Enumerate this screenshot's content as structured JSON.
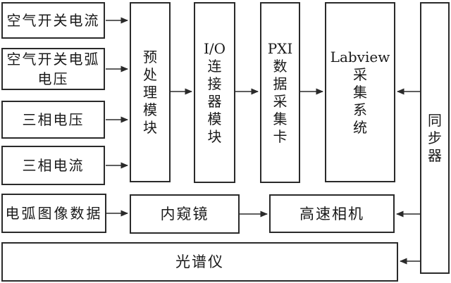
{
  "colors": {
    "border": "#2a2a2a",
    "text": "#1a1a1a",
    "background": "#ffffff",
    "arrow": "#2a2a2a"
  },
  "nodes": {
    "air_switch_current": {
      "label": "空气开关电流"
    },
    "air_switch_arc_voltage": {
      "label": "空气开关电弧\n电压"
    },
    "three_phase_voltage": {
      "label": "三相电压"
    },
    "three_phase_current": {
      "label": "三相电流"
    },
    "arc_image_data": {
      "label": "电弧图像数据"
    },
    "spectrometer": {
      "label": "光谱仪"
    },
    "preprocess_module": {
      "label": "预\n处\n理\n模\n块"
    },
    "io_connector_module": {
      "label": "I/O\n连\n接\n器\n模\n块"
    },
    "pxi_daq_card": {
      "label": "PXI\n数\n据\n采\n集\n卡"
    },
    "labview_system": {
      "label": "Labview\n采\n集\n系\n统"
    },
    "synchronizer": {
      "label": "同\n步\n器"
    },
    "endoscope": {
      "label": "内窥镜"
    },
    "high_speed_camera": {
      "label": "高速相机"
    }
  },
  "edges": [
    {
      "from": "空气开关电流",
      "to": "预处理模块"
    },
    {
      "from": "空气开关电弧电压",
      "to": "预处理模块"
    },
    {
      "from": "三相电压",
      "to": "预处理模块"
    },
    {
      "from": "三相电流",
      "to": "预处理模块"
    },
    {
      "from": "预处理模块",
      "to": "I/O连接器模块"
    },
    {
      "from": "I/O连接器模块",
      "to": "PXI数据采集卡"
    },
    {
      "from": "PXI数据采集卡",
      "to": "Labview采集系统"
    },
    {
      "from": "同步器",
      "to": "Labview采集系统"
    },
    {
      "from": "电弧图像数据",
      "to": "内窥镜"
    },
    {
      "from": "内窥镜",
      "to": "高速相机"
    },
    {
      "from": "同步器",
      "to": "高速相机"
    },
    {
      "from": "同步器",
      "to": "光谱仪"
    }
  ]
}
